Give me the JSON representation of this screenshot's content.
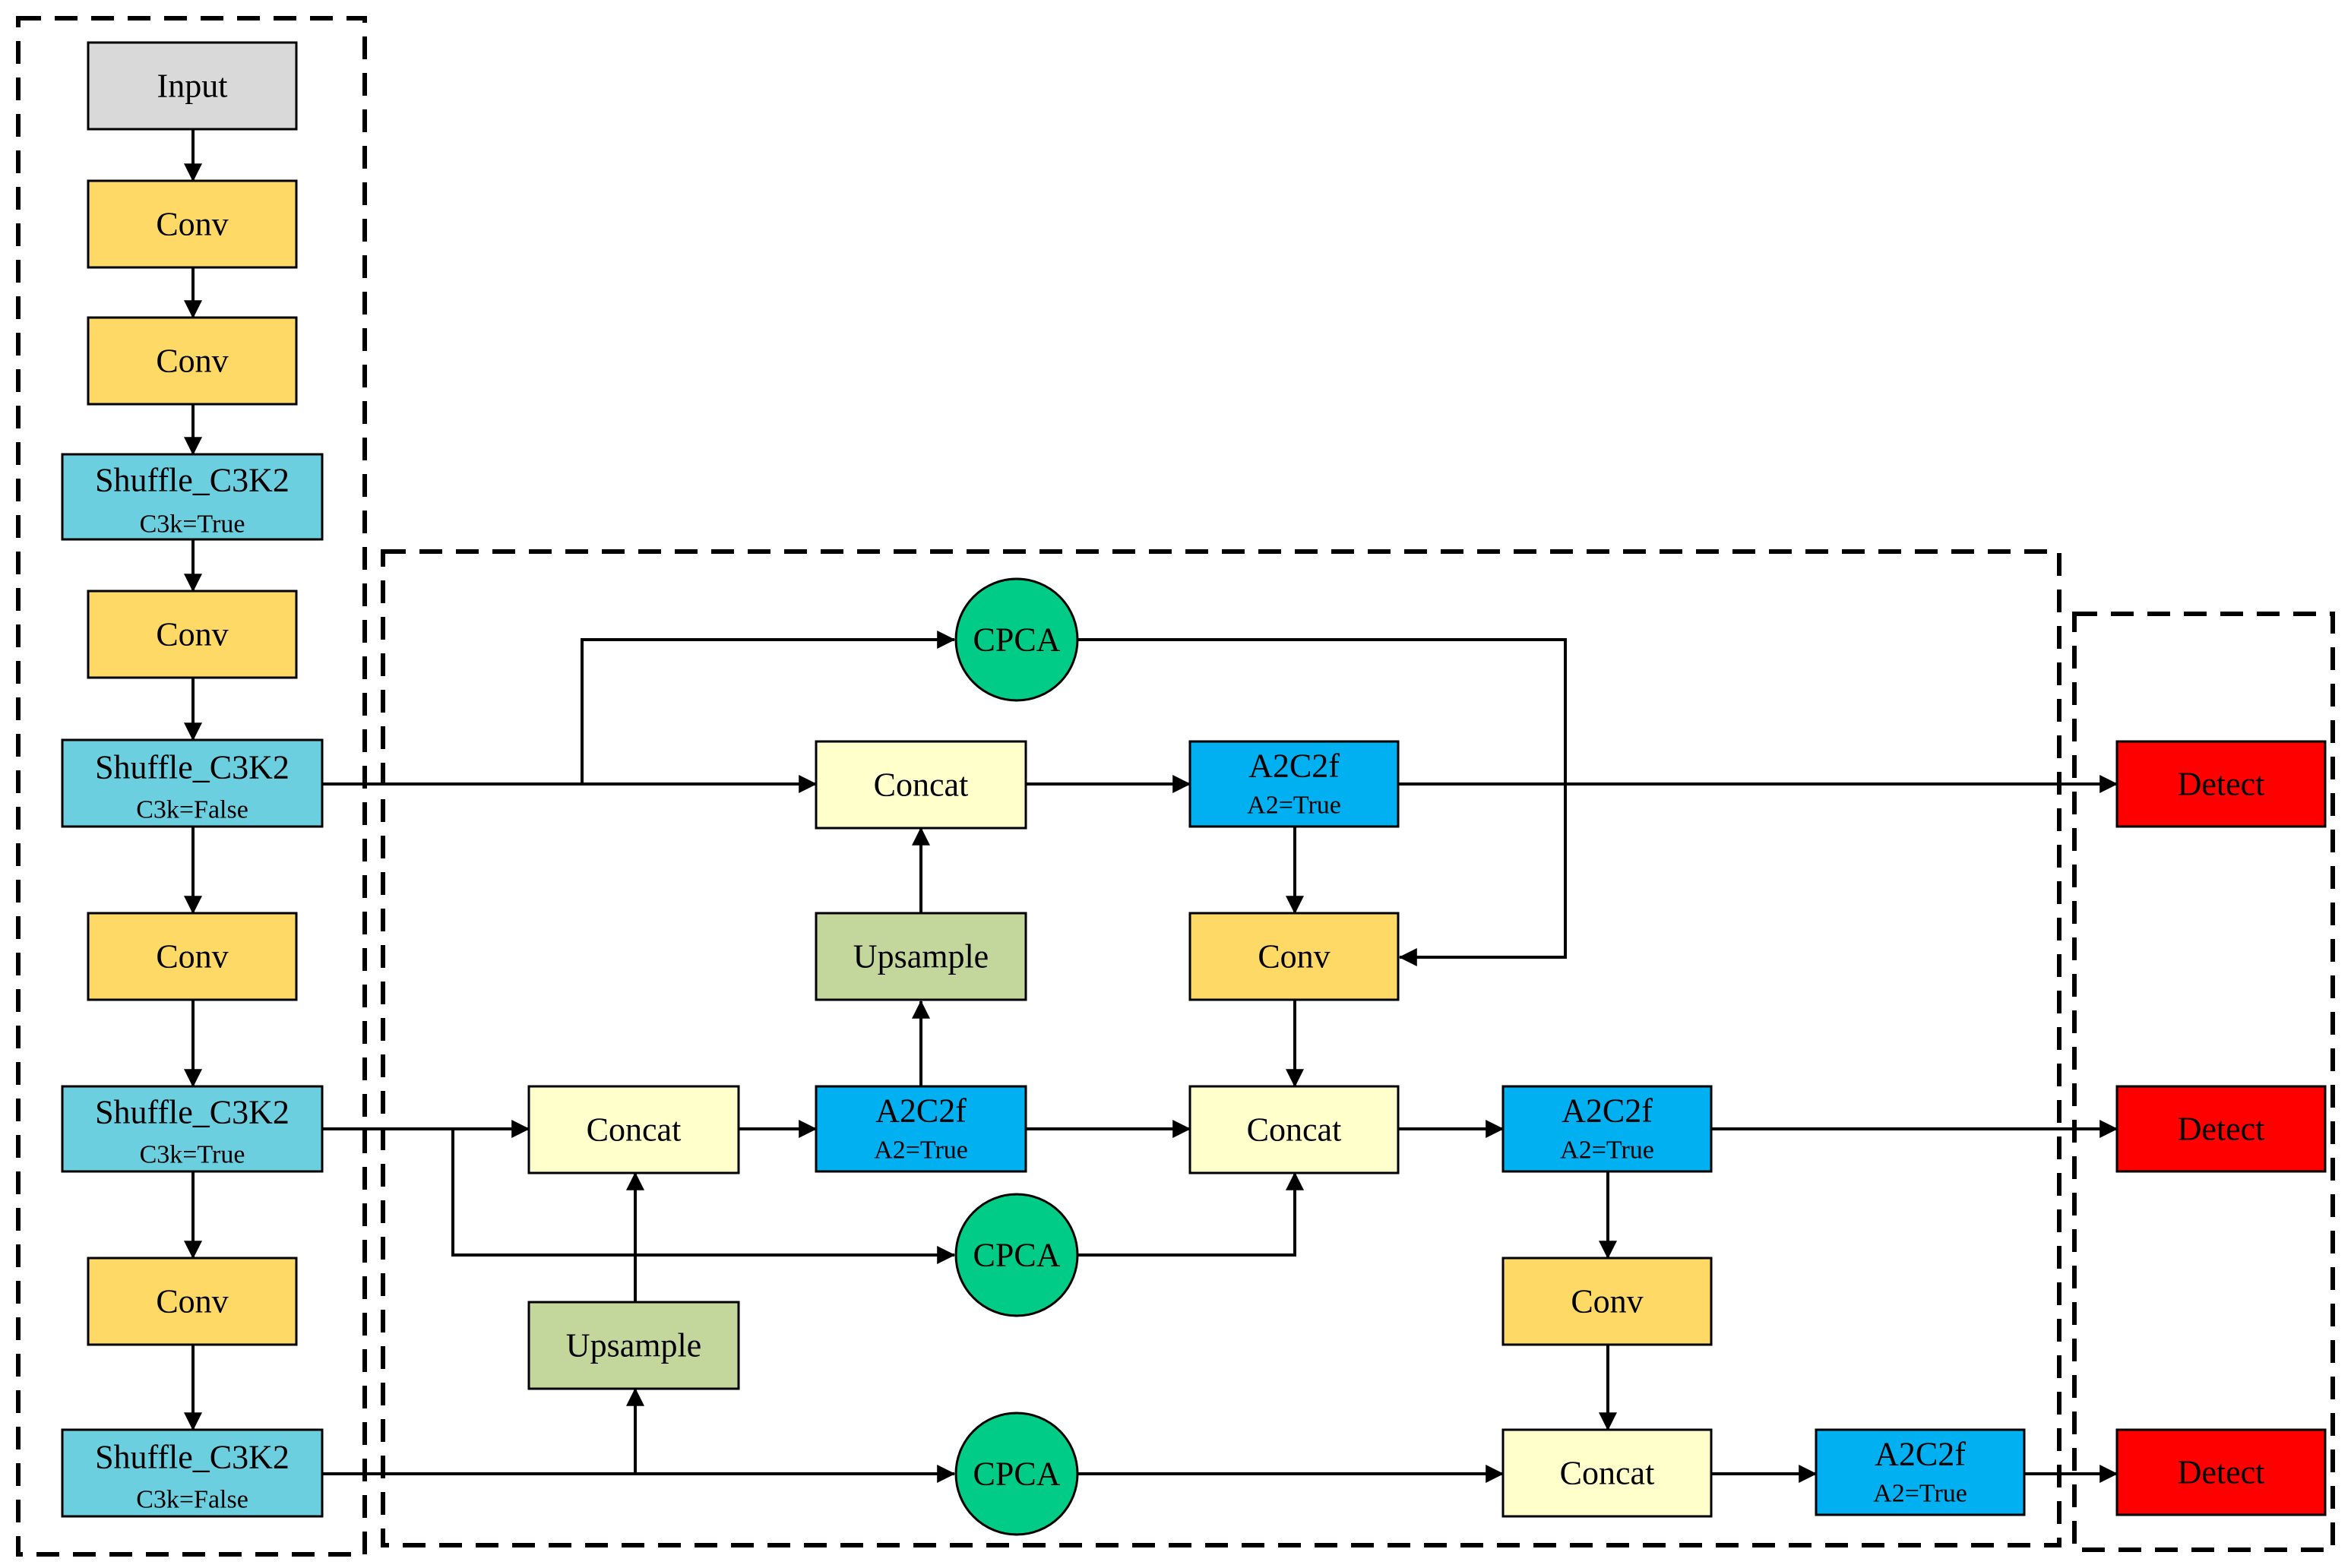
{
  "colors": {
    "input": "#d9d9d9",
    "conv": "#ffd966",
    "shuffle": "#6ccfe0",
    "concat": "#ffffcc",
    "upsample": "#c3d69b",
    "a2c2f": "#00b0f0",
    "cpca": "#00cc88",
    "detect": "#ff0000"
  },
  "nodes": {
    "input": {
      "label": "Input"
    },
    "conv1": {
      "label": "Conv"
    },
    "conv2": {
      "label": "Conv"
    },
    "shuffle1": {
      "label": "Shuffle_C3K2",
      "sub": "C3k=True"
    },
    "conv3": {
      "label": "Conv"
    },
    "shuffle2": {
      "label": "Shuffle_C3K2",
      "sub": "C3k=False"
    },
    "conv4": {
      "label": "Conv"
    },
    "shuffle3": {
      "label": "Shuffle_C3K2",
      "sub": "C3k=True"
    },
    "conv5": {
      "label": "Conv"
    },
    "shuffle4": {
      "label": "Shuffle_C3K2",
      "sub": "C3k=False"
    },
    "cpca_top": {
      "label": "CPCA"
    },
    "concat_top": {
      "label": "Concat"
    },
    "a2c2f_top": {
      "label": "A2C2f",
      "sub": "A2=True"
    },
    "upsample_mid": {
      "label": "Upsample"
    },
    "conv_mid": {
      "label": "Conv"
    },
    "concat_left": {
      "label": "Concat"
    },
    "a2c2f_mid": {
      "label": "A2C2f",
      "sub": "A2=True"
    },
    "concat_center": {
      "label": "Concat"
    },
    "a2c2f_right": {
      "label": "A2C2f",
      "sub": "A2=True"
    },
    "cpca_mid": {
      "label": "CPCA"
    },
    "upsample_low": {
      "label": "Upsample"
    },
    "conv_right": {
      "label": "Conv"
    },
    "cpca_bottom": {
      "label": "CPCA"
    },
    "concat_bottom": {
      "label": "Concat"
    },
    "a2c2f_bottom": {
      "label": "A2C2f",
      "sub": "A2=True"
    },
    "detect1": {
      "label": "Detect"
    },
    "detect2": {
      "label": "Detect"
    },
    "detect3": {
      "label": "Detect"
    }
  }
}
